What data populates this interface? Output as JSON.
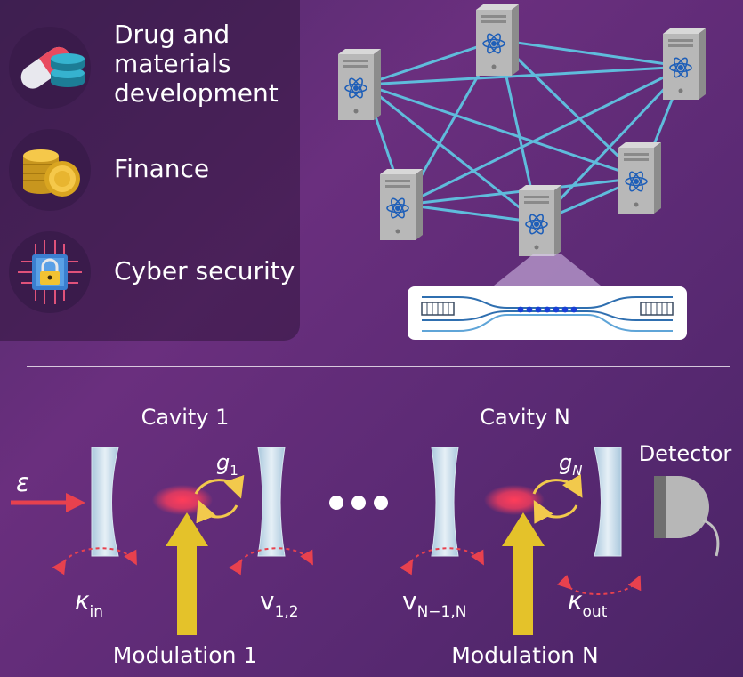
{
  "applications": [
    {
      "label": "Drug and materials development",
      "lines": [
        "Drug and",
        "materials",
        "development"
      ],
      "icon": "pill-icon"
    },
    {
      "label": "Finance",
      "lines": [
        "Finance"
      ],
      "icon": "coins-icon"
    },
    {
      "label": "Cyber security",
      "lines": [
        "Cyber security"
      ],
      "icon": "chip-lock-icon"
    }
  ],
  "network": {
    "server_icon": "server-atom-icon",
    "link_color": "#5fbcdc",
    "ion_count": 7
  },
  "cavity": {
    "cavity_1_label": "Cavity 1",
    "cavity_n_label": "Cavity N",
    "input_label": "ε",
    "detector_label": "Detector",
    "g1_label": "g",
    "g1_sub": "1",
    "gN_label": "g",
    "gN_sub": "N",
    "kin_label": "κ",
    "kin_sub": "in",
    "kout_label": "κ",
    "kout_sub": "out",
    "v12_label": "v",
    "v12_sub": "1,2",
    "vN_label": "v",
    "vN_sub": "N−1,N",
    "mod1_label": "Modulation 1",
    "modN_label": "Modulation N"
  },
  "colors": {
    "arrow_red": "#e8414e",
    "modulation_yellow": "#e4c22a",
    "coupling_yellow": "#f2c94c",
    "atom_red": "#ff3d5a"
  }
}
